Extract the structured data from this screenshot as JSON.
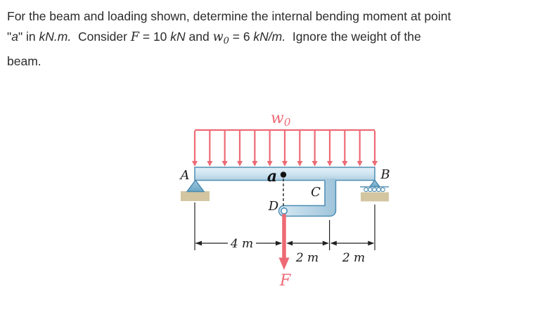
{
  "problem": {
    "line1": "For the beam and loading shown, determine the internal bending moment at point",
    "line2": {
      "q1": "\"",
      "point_a": "a",
      "q2": "\" in ",
      "unit_knm": "kN.m.",
      "consider": "  Consider ",
      "F_sym": "F",
      "eq_F": " = 10 ",
      "unit_kn": "kN",
      "and_word": " and ",
      "w_sym": "w",
      "w_sub": "0",
      "eq_w": " = 6 ",
      "unit_knpm": "kN/m.",
      "ignore": "  Ignore the weight of the"
    },
    "line3": "beam.",
    "given": {
      "F_kN": 10,
      "w0_kN_per_m": 6
    }
  },
  "diagram": {
    "load_label": {
      "sym": "w",
      "sub": "0"
    },
    "force_label": "F",
    "points": {
      "A": "A",
      "B": "B",
      "C": "C",
      "D": "D",
      "a": "a"
    },
    "dimensions": {
      "d1": "4 m",
      "d2": "2 m",
      "d3": "2 m"
    },
    "supports": {
      "left": "pin",
      "right": "roller"
    },
    "colors": {
      "load": "#ed6a75",
      "outline": "#4d8db2",
      "beam_light": "#e2f0f8",
      "beam_mid": "#cfe4f1",
      "beam_dark": "#b0cfe2",
      "bracket_light": "#d6e8f3",
      "bracket_dark": "#9fc4da",
      "tri_light": "#a3cade",
      "tri_dark": "#6aa5c6",
      "ground": "#d2c5a0"
    }
  }
}
